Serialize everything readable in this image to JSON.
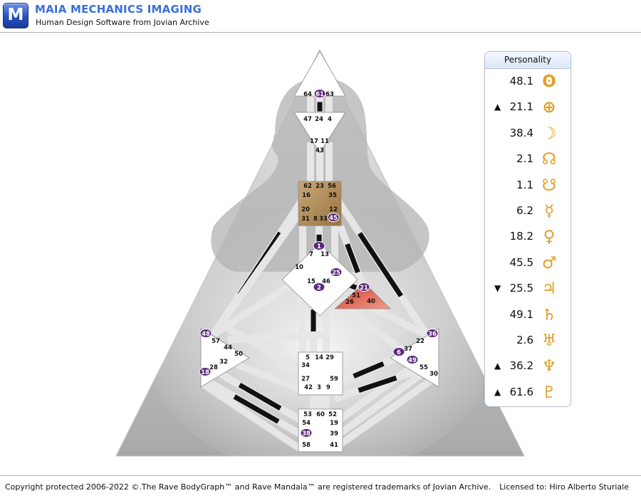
{
  "header": {
    "logo_letter": "M",
    "title": "MAIA MECHANICS IMAGING",
    "subtitle": "Human Design Software from Jovian Archive"
  },
  "footer": {
    "copyright": "Copyright protected 2006-2022 ©.The Rave BodyGraph™ and Rave Mandala™ are registered trademarks of Jovian Archive.",
    "license": "Licensed to: Hiro Alberto Sturiale"
  },
  "colors": {
    "accent_text": "#3a6fd8",
    "planet_glyph": "#e0a028",
    "defined_center_brown": "#b8915a",
    "defined_center_red": "#e05a48",
    "activation_badge": "#5a2a7a"
  },
  "personality": {
    "title": "Personality",
    "rows": [
      {
        "value": "48.1",
        "arrow": "",
        "glyph": "ʘ",
        "icon": "sun-icon"
      },
      {
        "value": "21.1",
        "arrow": "▲",
        "glyph": "⊕",
        "icon": "earth-icon"
      },
      {
        "value": "38.4",
        "arrow": "",
        "glyph": "☽",
        "icon": "moon-icon"
      },
      {
        "value": "2.1",
        "arrow": "",
        "glyph": "☊",
        "icon": "north-node-icon"
      },
      {
        "value": "1.1",
        "arrow": "",
        "glyph": "☋",
        "icon": "south-node-icon"
      },
      {
        "value": "6.2",
        "arrow": "",
        "glyph": "☿",
        "icon": "mercury-icon"
      },
      {
        "value": "18.2",
        "arrow": "",
        "glyph": "♀",
        "icon": "venus-icon"
      },
      {
        "value": "45.5",
        "arrow": "",
        "glyph": "♂",
        "icon": "mars-icon"
      },
      {
        "value": "25.5",
        "arrow": "▼",
        "glyph": "♃",
        "icon": "jupiter-icon"
      },
      {
        "value": "49.1",
        "arrow": "",
        "glyph": "♄",
        "icon": "saturn-icon"
      },
      {
        "value": "2.6",
        "arrow": "",
        "glyph": "♅",
        "icon": "uranus-icon"
      },
      {
        "value": "36.2",
        "arrow": "▲",
        "glyph": "♆",
        "icon": "neptune-icon"
      },
      {
        "value": "61.6",
        "arrow": "▲",
        "glyph": "♇",
        "icon": "pluto-icon"
      }
    ]
  },
  "centers": [
    {
      "id": "head",
      "fill": "#ffffff"
    },
    {
      "id": "ajna",
      "fill": "#ffffff"
    },
    {
      "id": "throat",
      "fill": "#b8915a"
    },
    {
      "id": "g",
      "fill": "#ffffff"
    },
    {
      "id": "ego",
      "fill": "#e05a48"
    },
    {
      "id": "spleen",
      "fill": "#ffffff"
    },
    {
      "id": "solar-plexus",
      "fill": "#ffffff"
    },
    {
      "id": "sacral",
      "fill": "#ffffff"
    },
    {
      "id": "root",
      "fill": "#ffffff"
    }
  ],
  "gates": [
    {
      "n": "64",
      "active": false
    },
    {
      "n": "61",
      "active": true
    },
    {
      "n": "63",
      "active": false
    },
    {
      "n": "47",
      "active": false
    },
    {
      "n": "24",
      "active": false
    },
    {
      "n": "4",
      "active": false
    },
    {
      "n": "17",
      "active": false
    },
    {
      "n": "11",
      "active": false
    },
    {
      "n": "43",
      "active": false
    },
    {
      "n": "62",
      "active": false
    },
    {
      "n": "23",
      "active": false
    },
    {
      "n": "56",
      "active": false
    },
    {
      "n": "16",
      "active": false
    },
    {
      "n": "35",
      "active": false
    },
    {
      "n": "20",
      "active": false
    },
    {
      "n": "12",
      "active": false
    },
    {
      "n": "31",
      "active": false
    },
    {
      "n": "8",
      "active": false
    },
    {
      "n": "33",
      "active": false
    },
    {
      "n": "45",
      "active": true
    },
    {
      "n": "1",
      "active": true
    },
    {
      "n": "7",
      "active": false
    },
    {
      "n": "13",
      "active": false
    },
    {
      "n": "10",
      "active": false
    },
    {
      "n": "25",
      "active": true
    },
    {
      "n": "15",
      "active": false
    },
    {
      "n": "46",
      "active": false
    },
    {
      "n": "2",
      "active": true
    },
    {
      "n": "21",
      "active": true
    },
    {
      "n": "51",
      "active": false
    },
    {
      "n": "26",
      "active": false
    },
    {
      "n": "40",
      "active": false
    },
    {
      "n": "48",
      "active": true
    },
    {
      "n": "57",
      "active": false
    },
    {
      "n": "44",
      "active": false
    },
    {
      "n": "50",
      "active": false
    },
    {
      "n": "32",
      "active": false
    },
    {
      "n": "28",
      "active": false
    },
    {
      "n": "18",
      "active": true
    },
    {
      "n": "36",
      "active": true
    },
    {
      "n": "22",
      "active": false
    },
    {
      "n": "37",
      "active": false
    },
    {
      "n": "6",
      "active": true
    },
    {
      "n": "49",
      "active": true
    },
    {
      "n": "55",
      "active": false
    },
    {
      "n": "30",
      "active": false
    },
    {
      "n": "5",
      "active": false
    },
    {
      "n": "14",
      "active": false
    },
    {
      "n": "29",
      "active": false
    },
    {
      "n": "34",
      "active": false
    },
    {
      "n": "27",
      "active": false
    },
    {
      "n": "59",
      "active": false
    },
    {
      "n": "42",
      "active": false
    },
    {
      "n": "3",
      "active": false
    },
    {
      "n": "9",
      "active": false
    },
    {
      "n": "53",
      "active": false
    },
    {
      "n": "60",
      "active": false
    },
    {
      "n": "52",
      "active": false
    },
    {
      "n": "54",
      "active": false
    },
    {
      "n": "19",
      "active": false
    },
    {
      "n": "38",
      "active": true
    },
    {
      "n": "39",
      "active": false
    },
    {
      "n": "58",
      "active": false
    },
    {
      "n": "41",
      "active": false
    }
  ]
}
